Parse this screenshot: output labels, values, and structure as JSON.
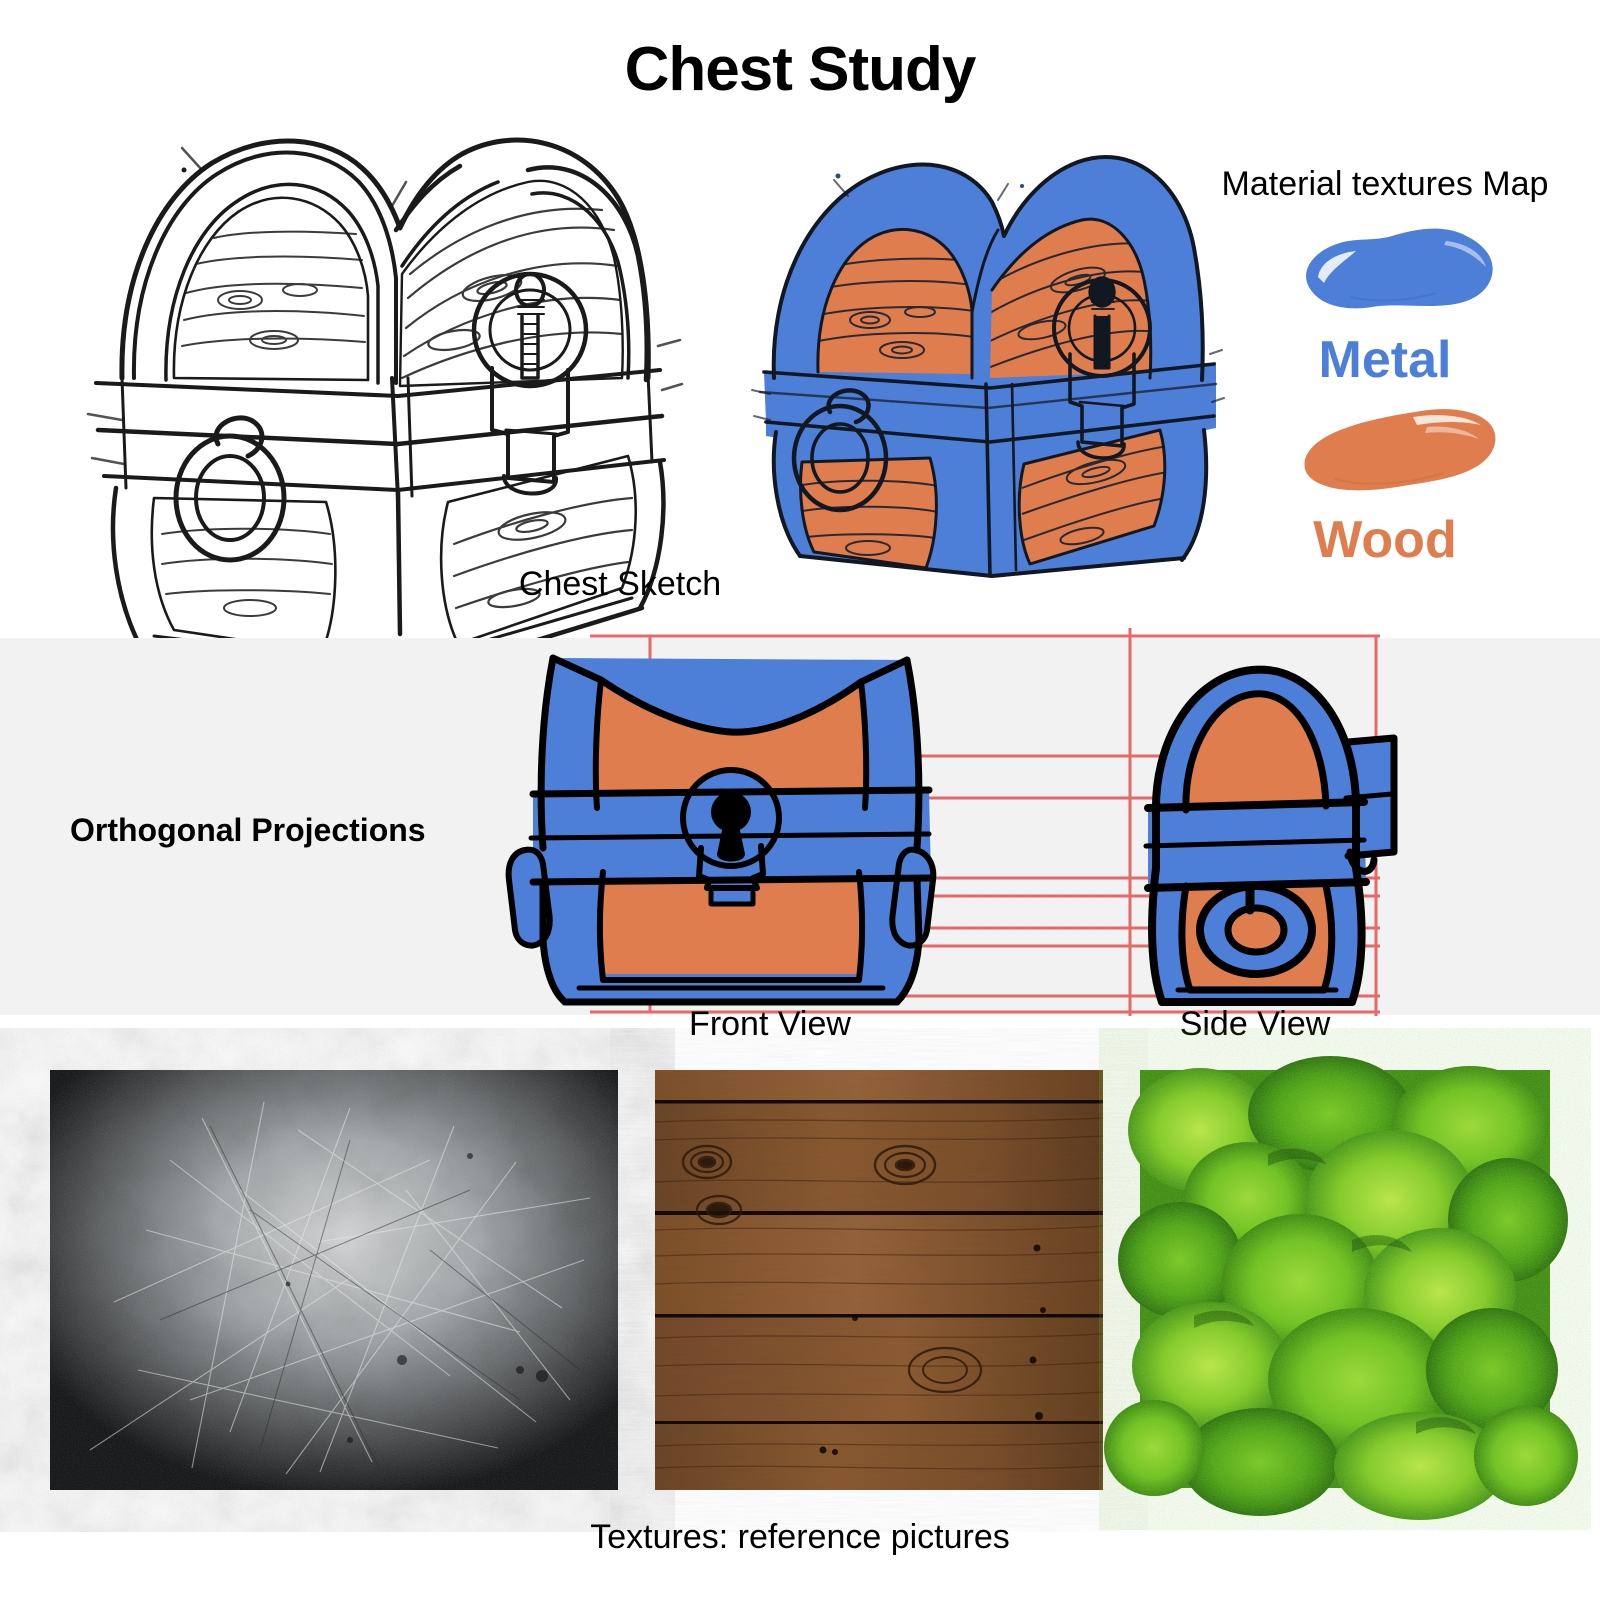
{
  "title": "Chest Study",
  "sections": {
    "sketch": {
      "caption": "Chest Sketch",
      "mono_label": "chest-sketch-monochrome",
      "color_label": "chest-sketch-colored"
    },
    "material_map": {
      "title": "Material textures Map",
      "swatches": [
        {
          "label": "Metal",
          "color": "#4d7fd8",
          "name": "metal-swatch"
        },
        {
          "label": "Wood",
          "color": "#df7d4e",
          "name": "wood-swatch"
        }
      ]
    },
    "orthogonal": {
      "title": "Orthogonal Projections",
      "front_caption": "Front View",
      "side_caption": "Side View",
      "background": "#f2f2f2",
      "projection_line_color": "#e4696b"
    },
    "textures": {
      "caption": "Textures: reference pictures",
      "items": [
        {
          "name": "metal-texture-photo",
          "alt": "scratched metal surface"
        },
        {
          "name": "wood-texture-photo",
          "alt": "dark brown wooden planks"
        },
        {
          "name": "moss-texture-photo",
          "alt": "green moss mounds"
        }
      ]
    }
  },
  "palette": {
    "metal_blue": "#4d7fd8",
    "wood_orange": "#df7d4e",
    "ink": "#111111",
    "projection_red": "#e4696b",
    "band_gray": "#f2f2f2"
  }
}
